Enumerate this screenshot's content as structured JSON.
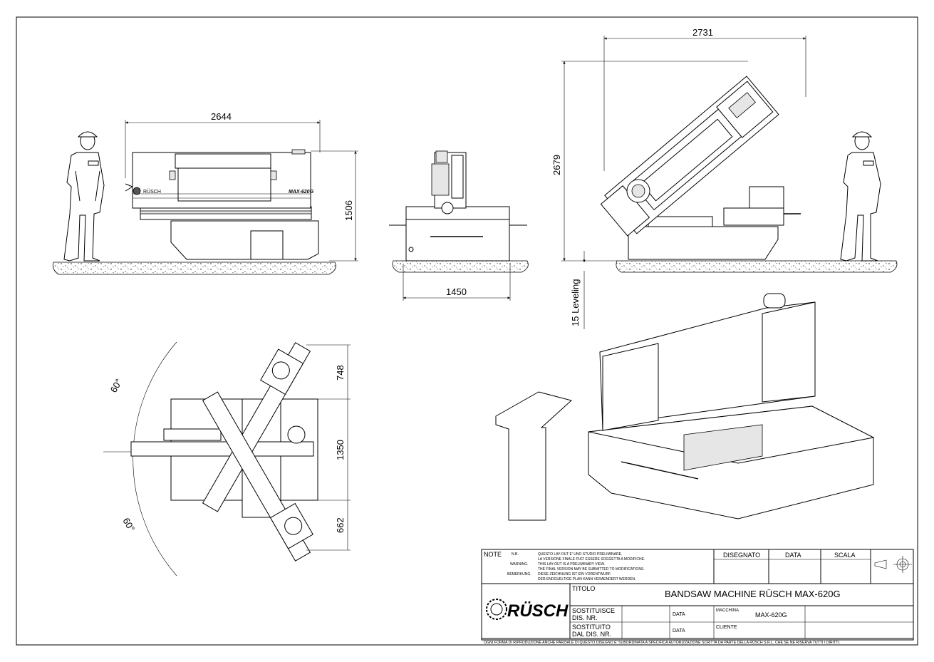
{
  "dimensions": {
    "front_width": "2644",
    "front_height": "1506",
    "side_width": "1450",
    "rotated_width": "2731",
    "rotated_height": "2679",
    "leveling": "15 Leveling",
    "plan_top": "748",
    "plan_mid": "1350",
    "plan_bottom": "662",
    "angle_top": "60°",
    "angle_bottom": "60°"
  },
  "machine_labels": {
    "brand_plate": "RÜSCH",
    "model_plate": "MAX-620G"
  },
  "title_block": {
    "note_label": "NOTE",
    "nb_label": "N.B.",
    "nb_text_1": "QUESTO LAY-OUT E' UNO STUDIO PRELIMINARE.",
    "nb_text_2": "LA VERSIONE FINALE PUO' ESSERE SOGGETTA A MODIFICHE.",
    "warning_label": "WARNING.",
    "warning_text_1": "THIS LAY-OUT IS A PRELIMINARY VIEW.",
    "warning_text_2": "THE FINAL VERSION MAY BE SUBMITTED TO MODIFICATIONS.",
    "bemerkung_label": "BEMERKUNG.",
    "bemerkung_text_1": "DIESE ZEICHNUNG IST EIN VORENTWURF.",
    "bemerkung_text_2": "DER ENDGUELTIGE PLAN KANN VERAENDERT WERDEN.",
    "disegnato_label": "DISEGNATO",
    "data_label": "DATA",
    "scala_label": "SCALA",
    "titolo_label": "TITOLO",
    "title": "BANDSAW MACHINE RÜSCH MAX-620G",
    "logo_text": "RÜSCH",
    "sostituisce_label_1": "SOSTITUISCE",
    "sostituisce_label_2": "DIS. NR.",
    "sostituito_label_1": "SOSTITUITO",
    "sostituito_label_2": "DAL DIS. NR.",
    "data_label_2": "DATA",
    "data_label_3": "DATA",
    "macchina_label": "MACCHINA",
    "macchina_value": "MAX-620G",
    "cliente_label": "CLIENTE",
    "footer": "OGNI FORMA DI RIPRODUZIONE ANCHE PARZIALE DI QUESTO DISEGNO E' SUBORDINATA A SPECIFICA AUTORIZZAZIONE SCRITTA DA PARTE DELLA RÜSCH S.R.L. CHE SE NE RISERVA TUTTI I DIRITTI."
  }
}
